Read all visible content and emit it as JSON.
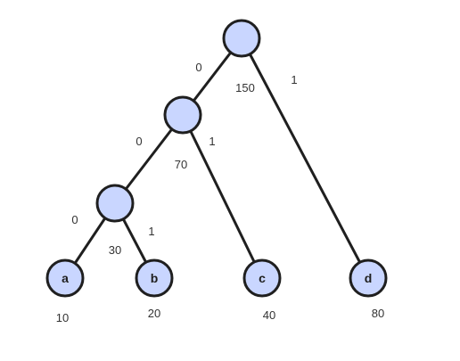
{
  "tree": {
    "internal_weights": {
      "root": "150",
      "n1": "70",
      "n2": "30"
    },
    "edge_bits": {
      "root_left": "0",
      "root_right": "1",
      "n1_left": "0",
      "n1_right": "1",
      "n2_left": "0",
      "n2_right": "1"
    },
    "leaves": {
      "a": {
        "label": "a",
        "weight": "10"
      },
      "b": {
        "label": "b",
        "weight": "20"
      },
      "c": {
        "label": "c",
        "weight": "40"
      },
      "d": {
        "label": "d",
        "weight": "80"
      }
    },
    "colors": {
      "node_fill": "#c9d6ff",
      "stroke": "#1f1f1f"
    }
  }
}
